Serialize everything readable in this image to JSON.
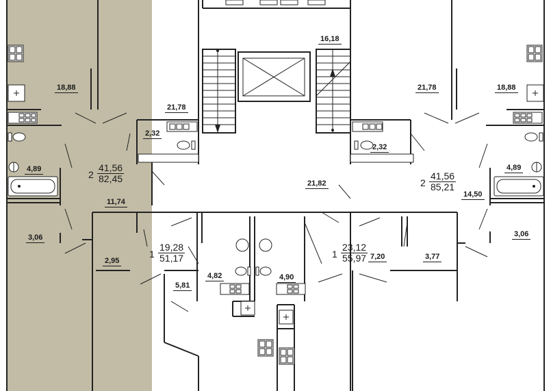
{
  "colors": {
    "highlight": "#c2bca6",
    "wall": "#222222",
    "background": "#ffffff"
  },
  "apartments": {
    "left_two_room": {
      "rooms": "2",
      "living_area": "41,56",
      "total_area": "82,45"
    },
    "right_two_room": {
      "rooms": "2",
      "living_area": "41,56",
      "total_area": "85,21"
    },
    "center_left_one_room": {
      "rooms": "1",
      "living_area": "19,28",
      "total_area": "51,17"
    },
    "center_right_one_room": {
      "rooms": "1",
      "living_area": "23,12",
      "total_area": "55,97"
    }
  },
  "room_areas": {
    "left_room_a": "18,88",
    "left_room_b": "21,78",
    "left_bath_small": "2,32",
    "left_bath": "4,89",
    "left_hall": "11,74",
    "left_balcony": "3,06",
    "stair_lift_hall": "16,18",
    "corridor": "21,82",
    "right_room_b": "21,78",
    "right_room_a": "18,88",
    "right_bath_small": "2,32",
    "right_bath": "4,89",
    "right_hall": "14,50",
    "right_balcony": "3,06",
    "c1_balcony": "2,95",
    "c1_hall": "5,81",
    "c1_bath": "4,82",
    "c2_bath": "4,90",
    "c2_hall": "7,20",
    "c2_balcony": "3,77"
  },
  "icons": [
    "elevator-shaft-icon",
    "stair-arrow-icon",
    "bathtub-icon",
    "toilet-icon",
    "sink-icon",
    "stove-icon",
    "kitchen-sink-icon"
  ]
}
